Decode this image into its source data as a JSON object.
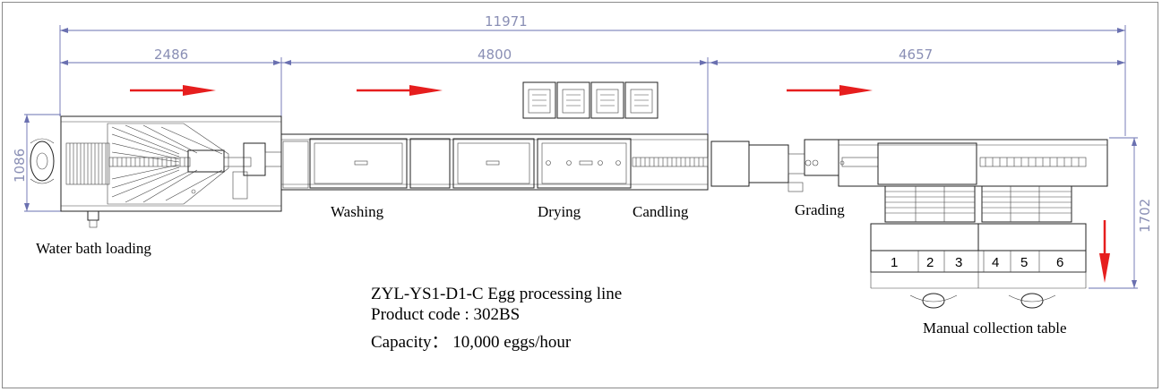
{
  "dimensions": {
    "total": "11971",
    "loading": "2486",
    "middle": "4800",
    "grading": "4657",
    "height_left": "1086",
    "height_right": "1702"
  },
  "labels": {
    "water_bath_loading": "Water bath loading",
    "washing": "Washing",
    "drying": "Drying",
    "candling": "Candling",
    "grading": "Grading",
    "manual_collection": "Manual collection table"
  },
  "info": {
    "model": "ZYL-YS1-D1-C Egg processing line",
    "product_code": "Product code : 302BS",
    "capacity": "Capacity： 10,000 eggs/hour"
  },
  "collection_numbers": [
    "1",
    "2",
    "3",
    "4",
    "5",
    "6"
  ],
  "colors": {
    "arrow": "#e61e1e",
    "dimension": "#6a70b0"
  }
}
